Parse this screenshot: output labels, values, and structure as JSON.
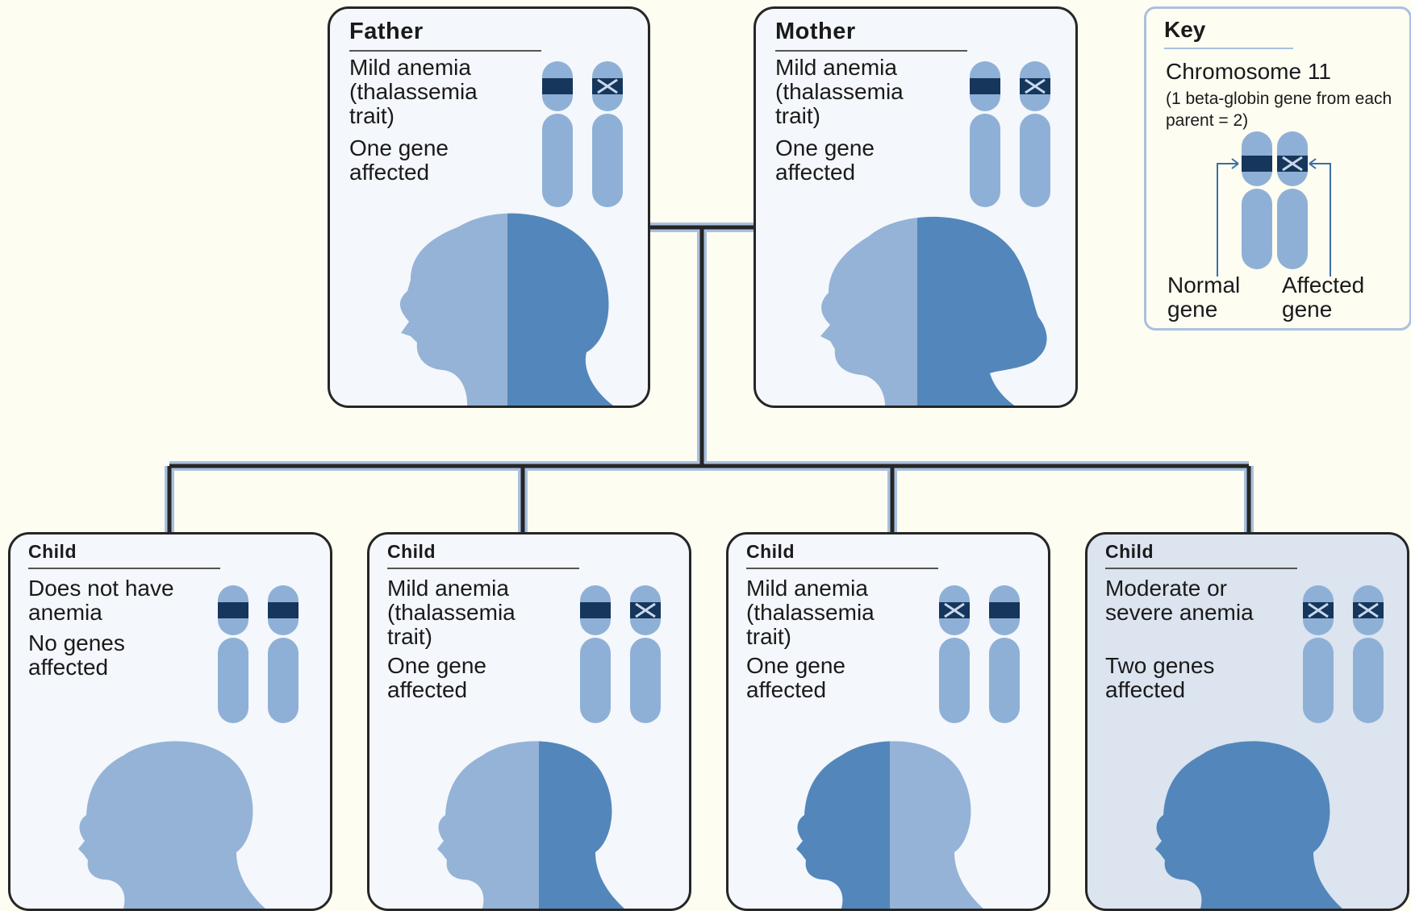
{
  "colors": {
    "background": "#fdfdf2",
    "chromosome": "#8fb0d6",
    "normal_band": "#16365c",
    "affected_band": "#16365c",
    "light_blue": "#95b3d7",
    "dark_blue": "#5387bb",
    "connector": "#262626"
  },
  "parents": [
    {
      "title": "Father",
      "condition": "Mild anemia (thalassemia trait)",
      "genes": "One gene affected"
    },
    {
      "title": "Mother",
      "condition": "Mild anemia (thalassemia trait)",
      "genes": "One gene affected"
    }
  ],
  "children": [
    {
      "title": "Child",
      "condition": "Does not have anemia",
      "genes": "No genes affected"
    },
    {
      "title": "Child",
      "condition": "Mild anemia (thalassemia trait)",
      "genes": "One gene affected"
    },
    {
      "title": "Child",
      "condition": "Mild anemia (thalassemia trait)",
      "genes": "One gene affected"
    },
    {
      "title": "Child",
      "condition": "Moderate or severe anemia",
      "genes": "Two genes affected"
    }
  ],
  "key": {
    "title": "Key",
    "chromosome": "Chromosome 11",
    "note": "(1 beta-globin gene from each parent = 2)",
    "normal_label": "Normal gene",
    "affected_label": "Affected gene"
  }
}
